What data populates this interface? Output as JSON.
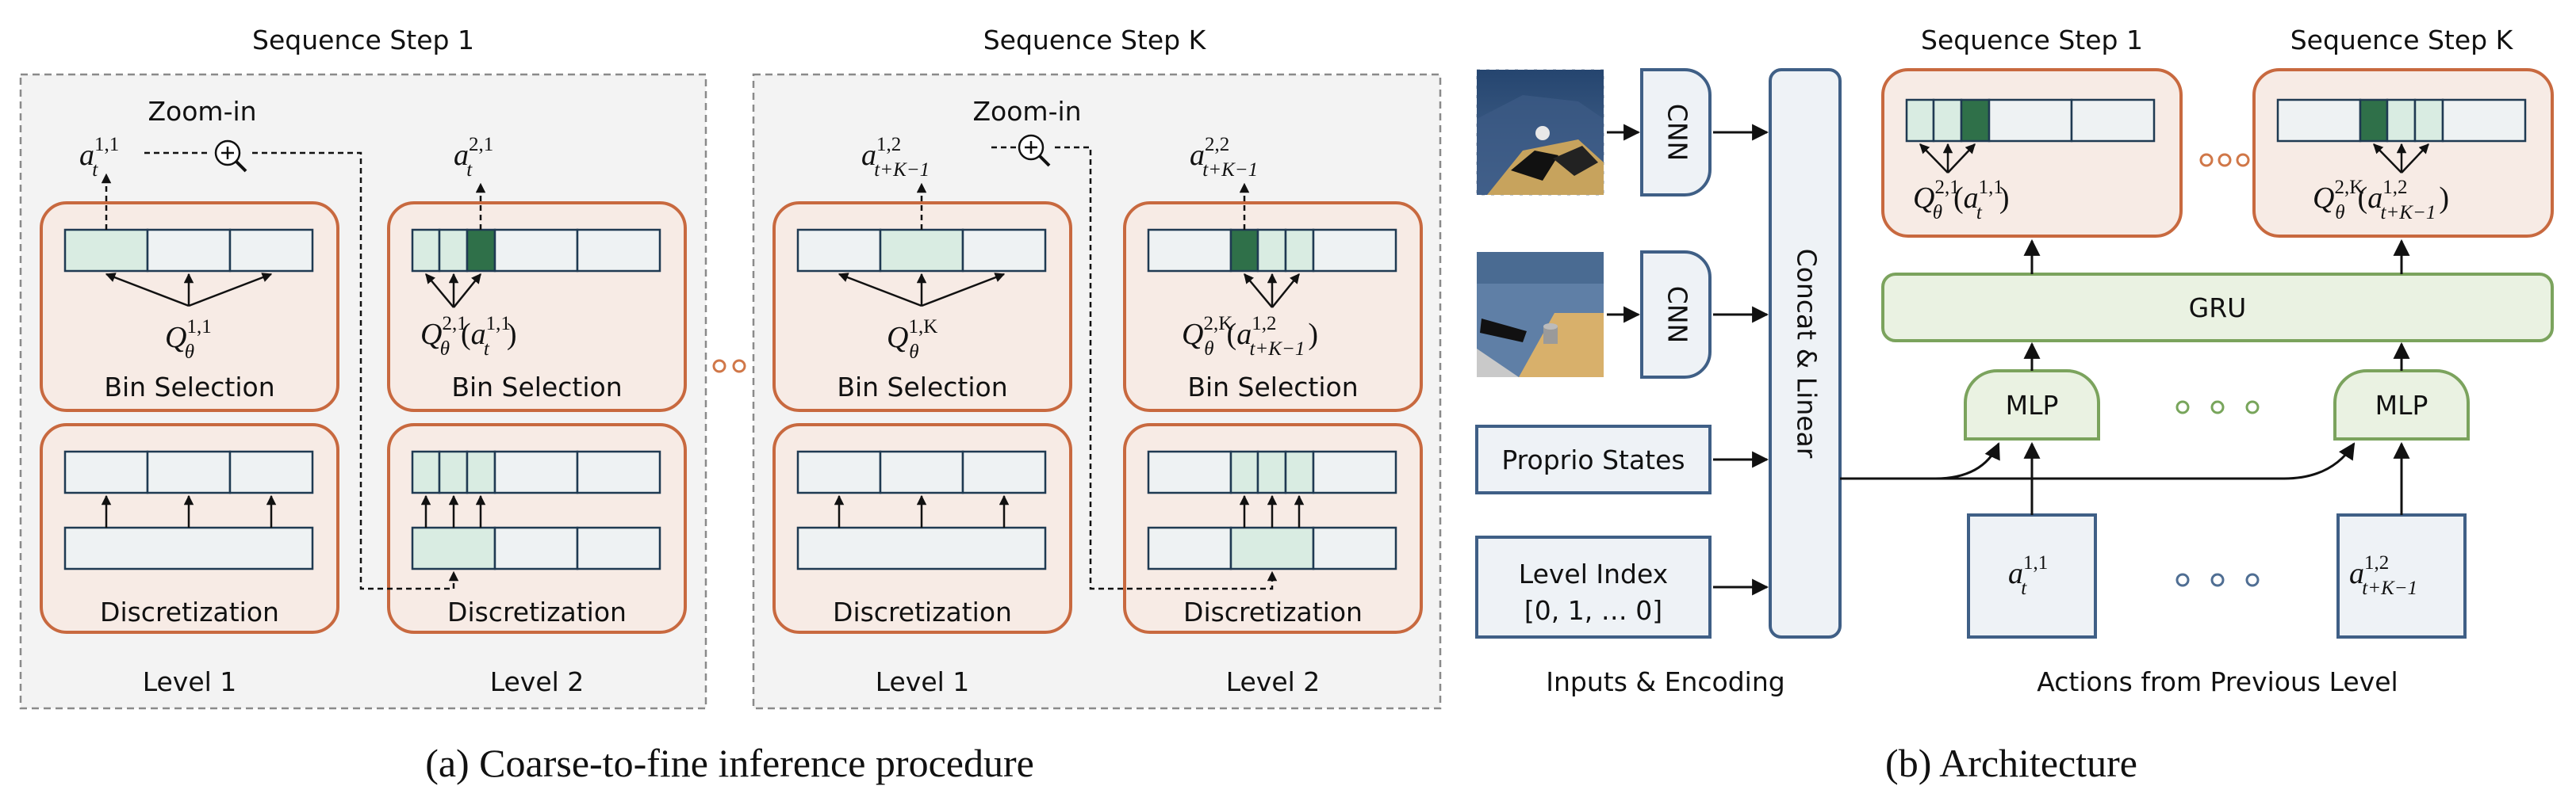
{
  "colors": {
    "orange_border": "#c8693f",
    "orange_fill": "#f7ebe5",
    "green_border": "#7ba35d",
    "green_fill": "#eaf2e2",
    "blue_border": "#3f5f86",
    "blue_fill": "#eef2f6",
    "bin_light": "#d9ece2",
    "bin_dark": "#2f7049",
    "dot_orange": "#d07748",
    "dot_green": "#78a55b",
    "dot_blue": "#4f6e93"
  },
  "panel_a": {
    "caption": "(a) Coarse-to-fine inference procedure",
    "step1_title": "Sequence Step 1",
    "stepk_title": "Sequence Step K",
    "zoom_in": "Zoom-in",
    "bin_selection": "Bin Selection",
    "discretization": "Discretization",
    "level1": "Level 1",
    "level2": "Level 2",
    "math": {
      "a_t": "a",
      "a_t_sub": "t",
      "a_t_sup_11": "1,1",
      "a_t_sup_21": "2,1",
      "a_tk_sub": "t+K−1",
      "a_tk_sup_12": "1,2",
      "a_tk_sup_22": "2,2",
      "Q": "Q",
      "Q_sub": "θ",
      "Q_sup_11": "1,1",
      "Q_sup_21": "2,1",
      "Q_sup_1K": "1,K",
      "Q_sup_2K": "2,K"
    }
  },
  "panel_b": {
    "caption": "(b) Architecture",
    "step1_title": "Sequence Step 1",
    "stepk_title": "Sequence Step K",
    "cnn": "CNN",
    "proprio": "Proprio States",
    "level_index": "Level Index",
    "level_index_value": "[0, 1, … 0]",
    "concat": "Concat & Linear",
    "gru": "GRU",
    "mlp": "MLP",
    "inputs_label": "Inputs & Encoding",
    "actions_label": "Actions from Previous Level"
  }
}
